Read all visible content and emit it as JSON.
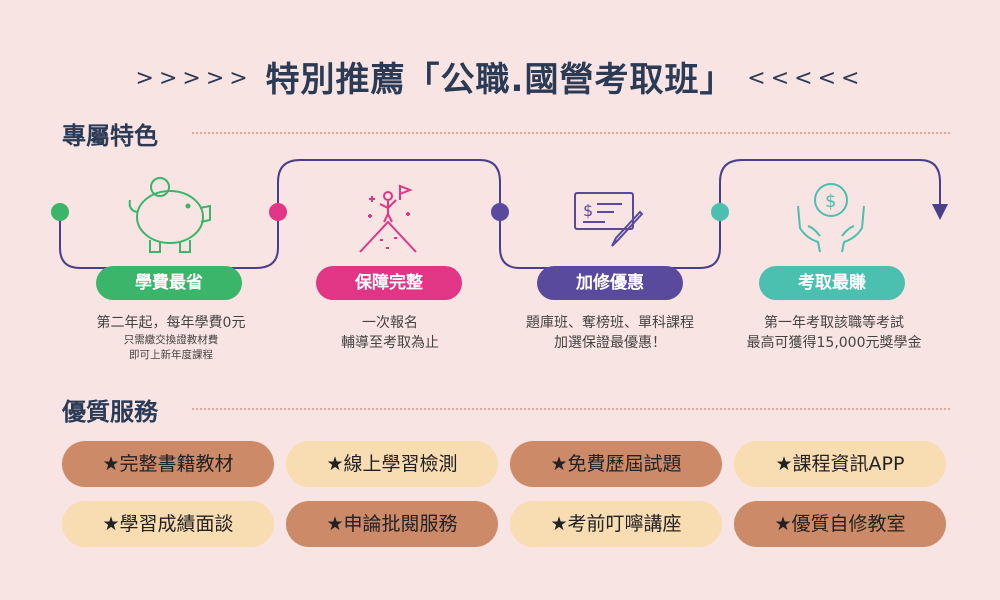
{
  "title": {
    "left_arrows": ">>>>>",
    "text": "特別推薦「公職.國營考取班」",
    "right_arrows": "<<<<<"
  },
  "sections": {
    "features_heading": "專屬特色",
    "services_heading": "優質服務"
  },
  "features": [
    {
      "icon": "piggy-bank-icon",
      "label": "學費最省",
      "color": "#3bb56a",
      "lines": [
        "第二年起，每年學費0元"
      ],
      "small_lines": [
        "只需繳交換證教材費",
        "即可上新年度課程"
      ]
    },
    {
      "icon": "summit-flag-icon",
      "label": "保障完整",
      "color": "#e13585",
      "lines": [
        "一次報名",
        "輔導至考取為止"
      ],
      "small_lines": []
    },
    {
      "icon": "check-pen-icon",
      "label": "加修優惠",
      "color": "#5a4a9e",
      "lines": [
        "題庫班、奪榜班、單科課程",
        "加選保證最優惠！"
      ],
      "small_lines": []
    },
    {
      "icon": "money-hands-icon",
      "label": "考取最賺",
      "color": "#4bbfb0",
      "lines": [
        "第一年考取該職等考試",
        "最高可獲得15,000元獎學金"
      ],
      "small_lines": []
    }
  ],
  "services": [
    {
      "label": "★完整書籍教材",
      "style": "dark"
    },
    {
      "label": "★線上學習檢測",
      "style": "light"
    },
    {
      "label": "★免費歷屆試題",
      "style": "dark"
    },
    {
      "label": "★課程資訊APP",
      "style": "light"
    },
    {
      "label": "★學習成績面談",
      "style": "light"
    },
    {
      "label": "★申論批閱服務",
      "style": "dark"
    },
    {
      "label": "★考前叮嚀講座",
      "style": "light"
    },
    {
      "label": "★優質自修教室",
      "style": "dark"
    }
  ],
  "colors": {
    "background": "#f8e4e2",
    "heading": "#2b3a55",
    "connector_line": "#4a3f8c",
    "dotted_rule": "#e6a59a",
    "icon_stroke": "#2f9e5c"
  }
}
